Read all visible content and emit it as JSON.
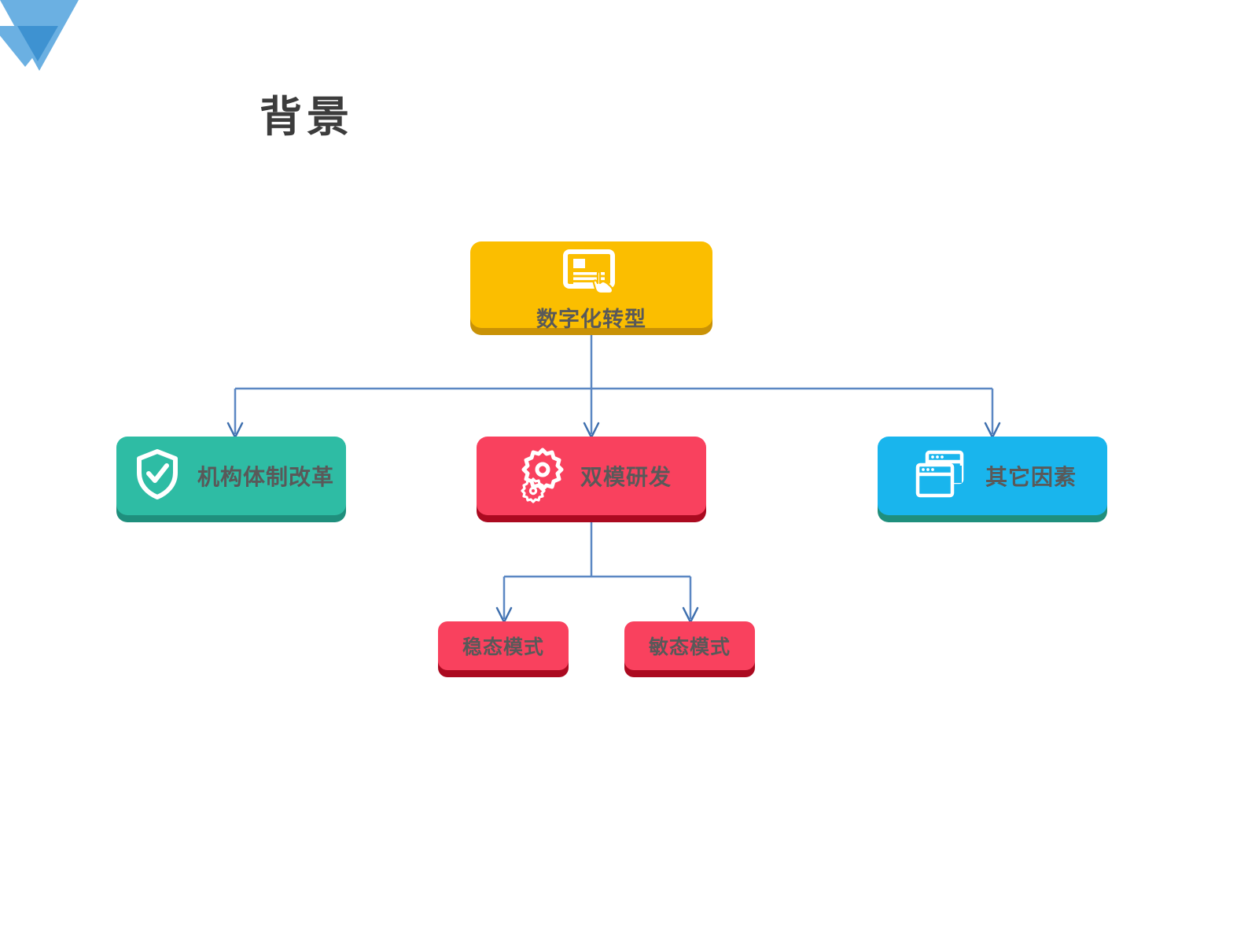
{
  "slide": {
    "title": "背景",
    "background_color": "#ffffff",
    "title_color": "#3c3c3c"
  },
  "logo": {
    "name": "brand-logo",
    "colors": {
      "light_triangle": "#6BB0E2",
      "dark_triangle": "#3E92D1"
    }
  },
  "diagram": {
    "type": "tree",
    "root": {
      "id": "root",
      "label": "数字化转型",
      "icon": "document-card-click-icon",
      "fill": "#FBBE00",
      "shadow": "#C99206",
      "text_color": "#595959"
    },
    "level2": [
      {
        "id": "green",
        "label": "机构体制改革",
        "icon": "shield-check-icon",
        "fill": "#2EBCA4",
        "shadow": "#1F8F7D",
        "text_color": "#595959"
      },
      {
        "id": "red",
        "label": "双模研发",
        "icon": "gears-icon",
        "fill": "#F9415E",
        "shadow": "#AB0A20",
        "text_color": "#595959"
      },
      {
        "id": "blue",
        "label": "其它因素",
        "icon": "browser-windows-icon",
        "fill": "#19B5ED",
        "shadow": "#1F8F7D",
        "text_color": "#595959"
      }
    ],
    "level3": [
      {
        "id": "leaf-1",
        "label": "稳态模式",
        "fill": "#F9415E",
        "shadow": "#AB0A20",
        "text_color": "#595959"
      },
      {
        "id": "leaf-2",
        "label": "敏态模式",
        "fill": "#F9415E",
        "shadow": "#AB0A20",
        "text_color": "#595959"
      }
    ],
    "connector_color": "#5B87C3",
    "edges": [
      {
        "from": "root",
        "to": "green"
      },
      {
        "from": "root",
        "to": "red"
      },
      {
        "from": "root",
        "to": "blue"
      },
      {
        "from": "red",
        "to": "leaf-1"
      },
      {
        "from": "red",
        "to": "leaf-2"
      }
    ]
  }
}
